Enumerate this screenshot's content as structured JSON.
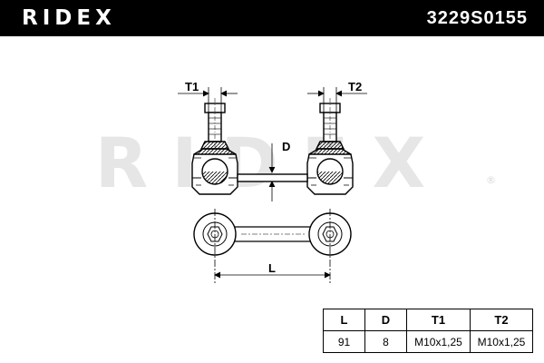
{
  "header": {
    "brand": "RIDEX",
    "part_number": "3229S0155",
    "background": "#000000",
    "text_color": "#ffffff"
  },
  "watermark": {
    "text": "RIDEX",
    "registered": "®"
  },
  "drawing": {
    "labels": {
      "t1": "T1",
      "t2": "T2",
      "d": "D",
      "l": "L"
    }
  },
  "spec_table": {
    "headers": [
      "L",
      "D",
      "T1",
      "T2"
    ],
    "values": [
      "91",
      "8",
      "M10x1,25",
      "M10x1,25"
    ]
  }
}
